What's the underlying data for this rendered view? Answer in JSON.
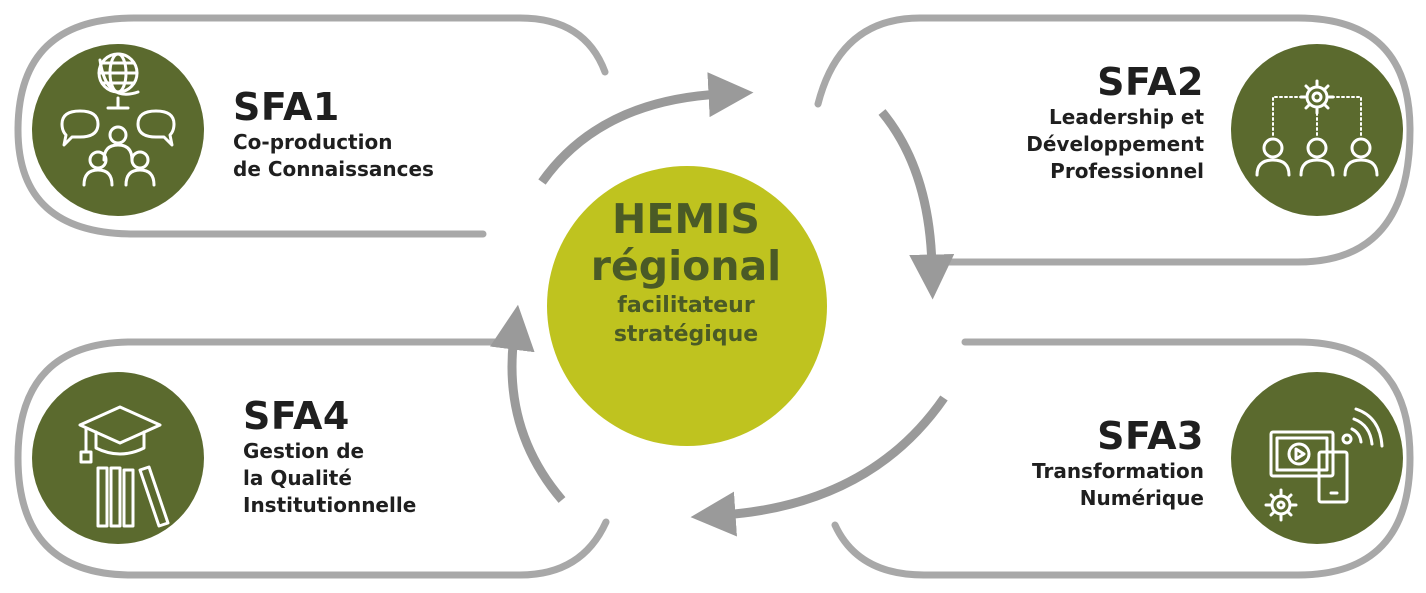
{
  "colors": {
    "dark_green": "#5b6a2e",
    "lime": "#bfc31f",
    "outline_gray": "#a8a8a8",
    "arrow_gray": "#9a9a9a",
    "center_text": "#4a5a26",
    "label_text": "#1f1f1f"
  },
  "center": {
    "line1": "HEMIS",
    "line2": "régional",
    "line3": "facilitateur",
    "line4": "stratégique"
  },
  "sfa1": {
    "code": "SFA1",
    "line1": "Co-production",
    "line2": "de Connaissances",
    "icon": "globe-people-dialogue-icon"
  },
  "sfa2": {
    "code": "SFA2",
    "line1": "Leadership et",
    "line2": "Développement",
    "line3": "Professionnel",
    "icon": "gear-team-icon"
  },
  "sfa3": {
    "code": "SFA3",
    "line1": "Transformation",
    "line2": "Numérique",
    "icon": "digital-devices-icon"
  },
  "sfa4": {
    "code": "SFA4",
    "line1": "Gestion de",
    "line2": "la Qualité",
    "line3": "Institutionnelle",
    "icon": "graduation-books-icon"
  }
}
